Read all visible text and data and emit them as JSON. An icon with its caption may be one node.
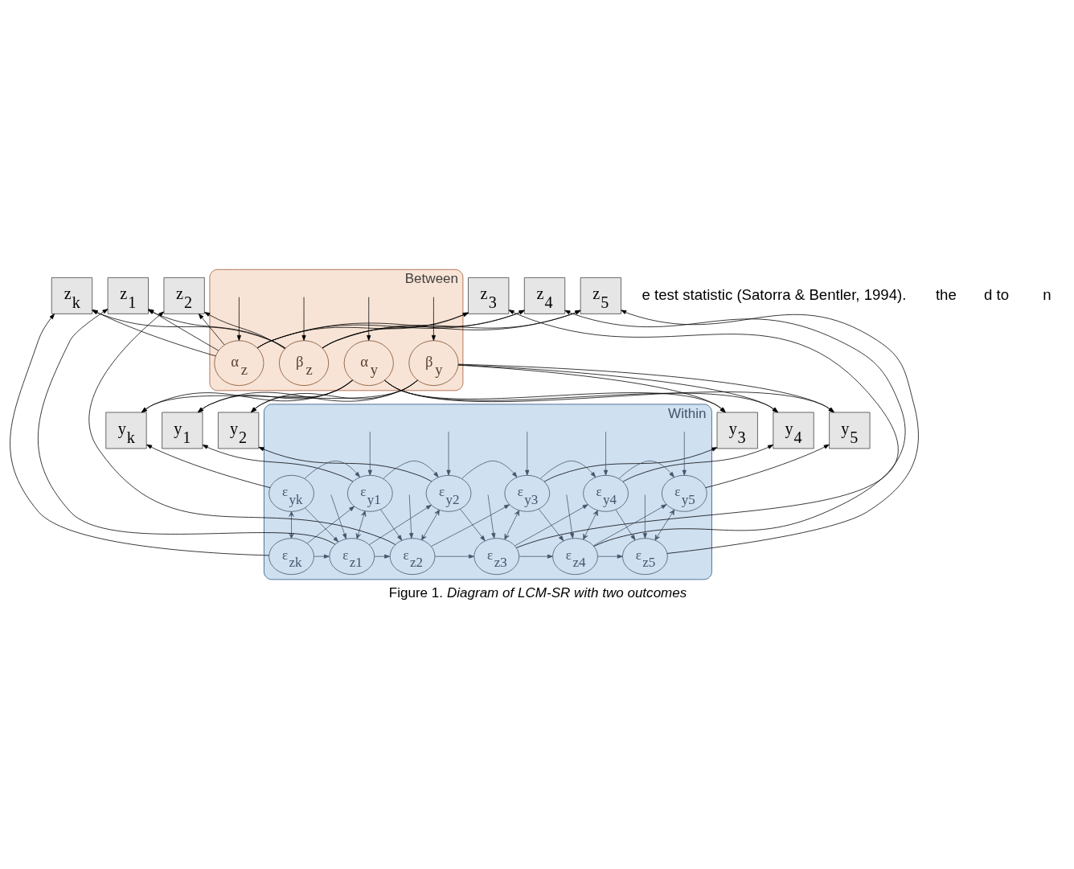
{
  "diagram": {
    "caption": "Figure 1. *Diagram of LCM-SR with two outcomes*",
    "nodes": [
      {
        "text": [
          "Between"
        ]
      },
      {
        "text": [
          "β$_{y}$"
        ],
        "in": 0
      },
      {
        "text": [
          "α$_{y}$"
        ],
        "in": 0
      },
      {
        "text": [
          "Within"
        ]
      },
      {
        "text": [
          "ε$_{yk}$"
        ],
        "in": 3
      },
      {
        "text": [
          "ε$_{y1}$"
        ],
        "in": 3
      },
      {
        "text": [
          "ε$_{y2}$"
        ],
        "in": 3
      },
      {
        "text": [
          "ε$_{y3}$"
        ],
        "in": 3
      },
      {
        "text": [
          "ε$_{y4}$"
        ],
        "in": 3
      },
      {
        "text": [
          "ε$_{y5}$"
        ],
        "in": 3
      },
      {
        "text": [
          "ε$_{zk}$"
        ],
        "in": 3
      },
      {
        "text": [
          "ε$_{z1}$"
        ],
        "in": 3
      },
      {
        "text": [
          "ε$_{z2}$"
        ],
        "in": 3
      },
      {
        "text": [
          "ε$_{z3}$"
        ],
        "in": 3
      },
      {
        "text": [
          "ε$_{z4}$"
        ],
        "in": 3
      },
      {
        "text": [
          "ε$_{z5}$"
        ],
        "in": 3
      },
      {
        "text": [
          "y$_{k}$"
        ]
      },
      {
        "text": [
          "y$_{1}$"
        ]
      },
      {
        "text": [
          "y$_{2}$"
        ]
      },
      {
        "text": [
          "y$_{3}$"
        ]
      },
      {
        "text": [
          "y$_{4}$"
        ]
      },
      {
        "text": [
          "y$_{5}$"
        ]
      },
      {
        "text": [
          "z$_{k}$"
        ]
      },
      {
        "text": [
          "z$_{1}$"
        ]
      },
      {
        "text": [
          "z$_{2}$"
        ]
      },
      {
        "text": [
          "z$_{3}$"
        ]
      },
      {
        "text": [
          "z$_{4}$"
        ]
      },
      {
        "text": [
          "z$_{5}$"
        ]
      },
      {
        "text": [
          "β$_{z}$"
        ],
        "in": 0
      },
      {
        "text": [
          "α$_{z}$"
        ],
        "in": 0
      }
    ],
    "edges": [
      {
        "from": 1,
        "to": 16,
        "arrow": "to"
      },
      {
        "from": 1,
        "to": 17,
        "arrow": "to"
      },
      {
        "from": 1,
        "to": 18,
        "arrow": "to"
      },
      {
        "from": 1,
        "to": 19,
        "arrow": "to"
      },
      {
        "from": 1,
        "to": 20,
        "arrow": "to"
      },
      {
        "from": 1,
        "to": 21,
        "arrow": "to"
      },
      {
        "from": 2,
        "to": 16,
        "arrow": "to"
      },
      {
        "from": 2,
        "to": 17,
        "arrow": "to"
      },
      {
        "from": 2,
        "to": 18,
        "arrow": "to"
      },
      {
        "from": 2,
        "to": 19,
        "arrow": "to"
      },
      {
        "from": 2,
        "to": 20,
        "arrow": "to"
      },
      {
        "from": 2,
        "to": 21,
        "arrow": "to"
      },
      {
        "from": 4,
        "to": 16,
        "arrow": "to"
      },
      {
        "from": 5,
        "to": 17,
        "arrow": "to"
      },
      {
        "from": 6,
        "to": 18,
        "arrow": "to"
      },
      {
        "from": 7,
        "to": 19,
        "arrow": "to"
      },
      {
        "from": 8,
        "to": 20,
        "arrow": "to"
      },
      {
        "from": 9,
        "to": 21,
        "arrow": "to"
      },
      {
        "from": null,
        "to": 5,
        "arrow": "to",
        "color": "#44546a"
      },
      {
        "from": null,
        "to": 6,
        "arrow": "to",
        "color": "#44546a"
      },
      {
        "from": null,
        "to": 7,
        "arrow": "to",
        "color": "#44546a"
      },
      {
        "from": null,
        "to": 8,
        "arrow": "to",
        "color": "#44546a"
      },
      {
        "from": null,
        "to": 9,
        "arrow": "to",
        "color": "#44546a"
      },
      {
        "from": 4,
        "to": 5,
        "arrow": "to",
        "color": "#44546a"
      },
      {
        "from": 5,
        "to": 6,
        "arrow": "to",
        "color": "#44546a"
      },
      {
        "from": 6,
        "to": 7,
        "arrow": "to",
        "color": "#44546a"
      },
      {
        "from": 7,
        "to": 8,
        "arrow": "to",
        "color": "#44546a"
      },
      {
        "from": 8,
        "to": 9,
        "arrow": "to",
        "color": "#44546a"
      },
      {
        "from": 4,
        "to": 10,
        "arrow": "both",
        "color": "#44546a"
      },
      {
        "from": 5,
        "to": 11,
        "arrow": "both",
        "color": "#44546a"
      },
      {
        "from": 6,
        "to": 12,
        "arrow": "both",
        "color": "#44546a"
      },
      {
        "from": 7,
        "to": 13,
        "arrow": "both",
        "color": "#44546a"
      },
      {
        "from": 8,
        "to": 14,
        "arrow": "both",
        "color": "#44546a"
      },
      {
        "from": 9,
        "to": 15,
        "arrow": "both",
        "color": "#44546a"
      },
      {
        "from": 4,
        "to": 11,
        "arrow": "to",
        "color": "#44546a"
      },
      {
        "from": 10,
        "to": 5,
        "arrow": "to",
        "color": "#44546a"
      },
      {
        "from": 5,
        "to": 12,
        "arrow": "to",
        "color": "#44546a"
      },
      {
        "from": 11,
        "to": 6,
        "arrow": "to",
        "color": "#44546a"
      },
      {
        "from": 6,
        "to": 13,
        "arrow": "to",
        "color": "#44546a"
      },
      {
        "from": 12,
        "to": 7,
        "arrow": "to",
        "color": "#44546a"
      },
      {
        "from": 7,
        "to": 14,
        "arrow": "to",
        "color": "#44546a"
      },
      {
        "from": 13,
        "to": 8,
        "arrow": "to",
        "color": "#44546a"
      },
      {
        "from": 8,
        "to": 15,
        "arrow": "to",
        "color": "#44546a"
      },
      {
        "from": 14,
        "to": 9,
        "arrow": "to",
        "color": "#44546a"
      },
      {
        "from": 10,
        "to": 11,
        "arrow": "to",
        "color": "#44546a"
      },
      {
        "from": 11,
        "to": 12,
        "arrow": "to",
        "color": "#44546a"
      },
      {
        "from": 12,
        "to": 13,
        "arrow": "to",
        "color": "#44546a"
      },
      {
        "from": 13,
        "to": 14,
        "arrow": "to",
        "color": "#44546a"
      },
      {
        "from": 14,
        "to": 15,
        "arrow": "to",
        "color": "#44546a"
      },
      {
        "from": null,
        "to": 11,
        "arrow": "to",
        "color": "#44546a"
      },
      {
        "from": null,
        "to": 12,
        "arrow": "to",
        "color": "#44546a"
      },
      {
        "from": null,
        "to": 13,
        "arrow": "to",
        "color": "#44546a"
      },
      {
        "from": null,
        "to": 14,
        "arrow": "to",
        "color": "#44546a"
      },
      {
        "from": null,
        "to": 15,
        "arrow": "to",
        "color": "#44546a"
      },
      {
        "from": 10,
        "to": 22,
        "arrow": "to"
      },
      {
        "from": 11,
        "to": 23,
        "arrow": "to"
      },
      {
        "from": 12,
        "to": 24,
        "arrow": "to"
      },
      {
        "from": 13,
        "to": 25,
        "arrow": "to"
      },
      {
        "from": 14,
        "to": 26,
        "arrow": "to"
      },
      {
        "from": 15,
        "to": 27,
        "arrow": "to"
      },
      {
        "from": 28,
        "to": 22,
        "arrow": "to"
      },
      {
        "from": 28,
        "to": 23,
        "arrow": "to"
      },
      {
        "from": 28,
        "to": 24,
        "arrow": "to"
      },
      {
        "from": 28,
        "to": 25,
        "arrow": "to"
      },
      {
        "from": 28,
        "to": 26,
        "arrow": "to"
      },
      {
        "from": 28,
        "to": 27,
        "arrow": "to"
      },
      {
        "from": 29,
        "to": 22,
        "arrow": "to"
      },
      {
        "from": 29,
        "to": 23,
        "arrow": "to"
      },
      {
        "from": 29,
        "to": 24,
        "arrow": "to"
      },
      {
        "from": 29,
        "to": 25,
        "arrow": "to"
      },
      {
        "from": 29,
        "to": 26,
        "arrow": "to"
      },
      {
        "from": 29,
        "to": 27,
        "arrow": "to"
      },
      {
        "from": null,
        "to": 1,
        "arrow": "to"
      },
      {
        "from": null,
        "to": 2,
        "arrow": "to"
      },
      {
        "from": null,
        "to": 28,
        "arrow": "to"
      },
      {
        "from": null,
        "to": 29,
        "arrow": "to"
      }
    ],
    "labels": [
      "e test statistic (Satorra & Bentler, 1994).",
      "the",
      "d to",
      "n"
    ]
  }
}
